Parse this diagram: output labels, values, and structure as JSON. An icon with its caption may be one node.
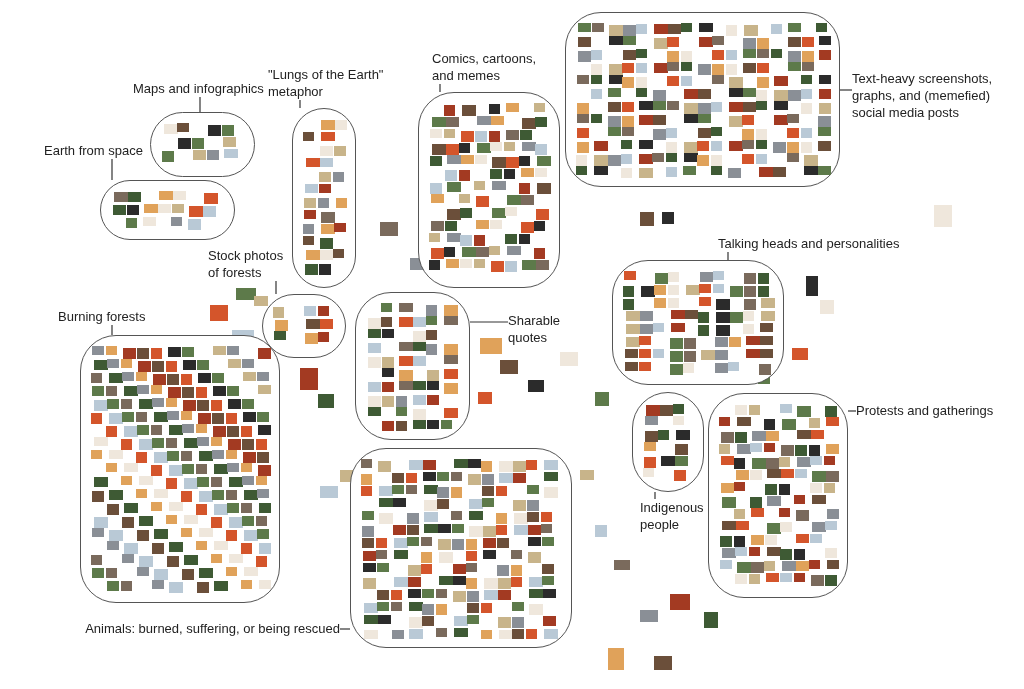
{
  "diagram": {
    "nodes": [
      {
        "text": [
          "\"Lungs of the Earth\" metaphor"
        ]
      },
      {
        "text": [
          "Comics, cartoons, and memes"
        ]
      },
      {
        "text": [
          "Text-heavy screenshots, graphs, and (memefied) social media posts"
        ]
      },
      {
        "text": [
          "Maps and infographics"
        ]
      },
      {
        "text": [
          "Earth from space"
        ]
      },
      {
        "text": [
          "Stock photos of forests"
        ]
      },
      {
        "text": [
          "Talking heads and personalities"
        ]
      },
      {
        "text": [
          "Burning forests"
        ]
      },
      {
        "text": [
          "Sharable quotes"
        ]
      },
      {
        "text": [
          "Protests and gatherings"
        ]
      },
      {
        "text": [
          "Indigenous people"
        ]
      },
      {
        "text": [
          "Animals: burned, suffering, or being rescued"
        ]
      },
      {
        "text": [],
        "shape": "cloud"
      },
      {
        "text": [],
        "shape": "cloud"
      },
      {
        "text": [],
        "shape": "cloud"
      },
      {
        "text": [],
        "shape": "cloud"
      },
      {
        "text": [],
        "shape": "cloud"
      },
      {
        "text": [],
        "shape": "cloud"
      },
      {
        "text": [],
        "shape": "cloud"
      },
      {
        "text": [],
        "shape": "cloud"
      },
      {
        "text": [],
        "shape": "cloud"
      },
      {
        "text": [],
        "shape": "cloud"
      },
      {
        "text": [],
        "shape": "cloud"
      },
      {
        "text": [],
        "shape": "cloud"
      }
    ],
    "edges": [
      {
        "from": 0,
        "to": 12,
        "arrow": "none"
      },
      {
        "from": 1,
        "to": 13,
        "arrow": "none"
      },
      {
        "from": 2,
        "to": 14,
        "arrow": "none"
      },
      {
        "from": 3,
        "to": 15,
        "arrow": "none"
      },
      {
        "from": 4,
        "to": 16,
        "arrow": "none"
      },
      {
        "from": 5,
        "to": 17,
        "arrow": "none"
      },
      {
        "from": 6,
        "to": 18,
        "arrow": "none"
      },
      {
        "from": 7,
        "to": 19,
        "arrow": "none"
      },
      {
        "from": 8,
        "to": 20,
        "arrow": "none"
      },
      {
        "from": 9,
        "to": 21,
        "arrow": "none"
      },
      {
        "from": 10,
        "to": 22,
        "arrow": "none"
      },
      {
        "from": 11,
        "to": 23,
        "arrow": "none"
      }
    ]
  }
}
